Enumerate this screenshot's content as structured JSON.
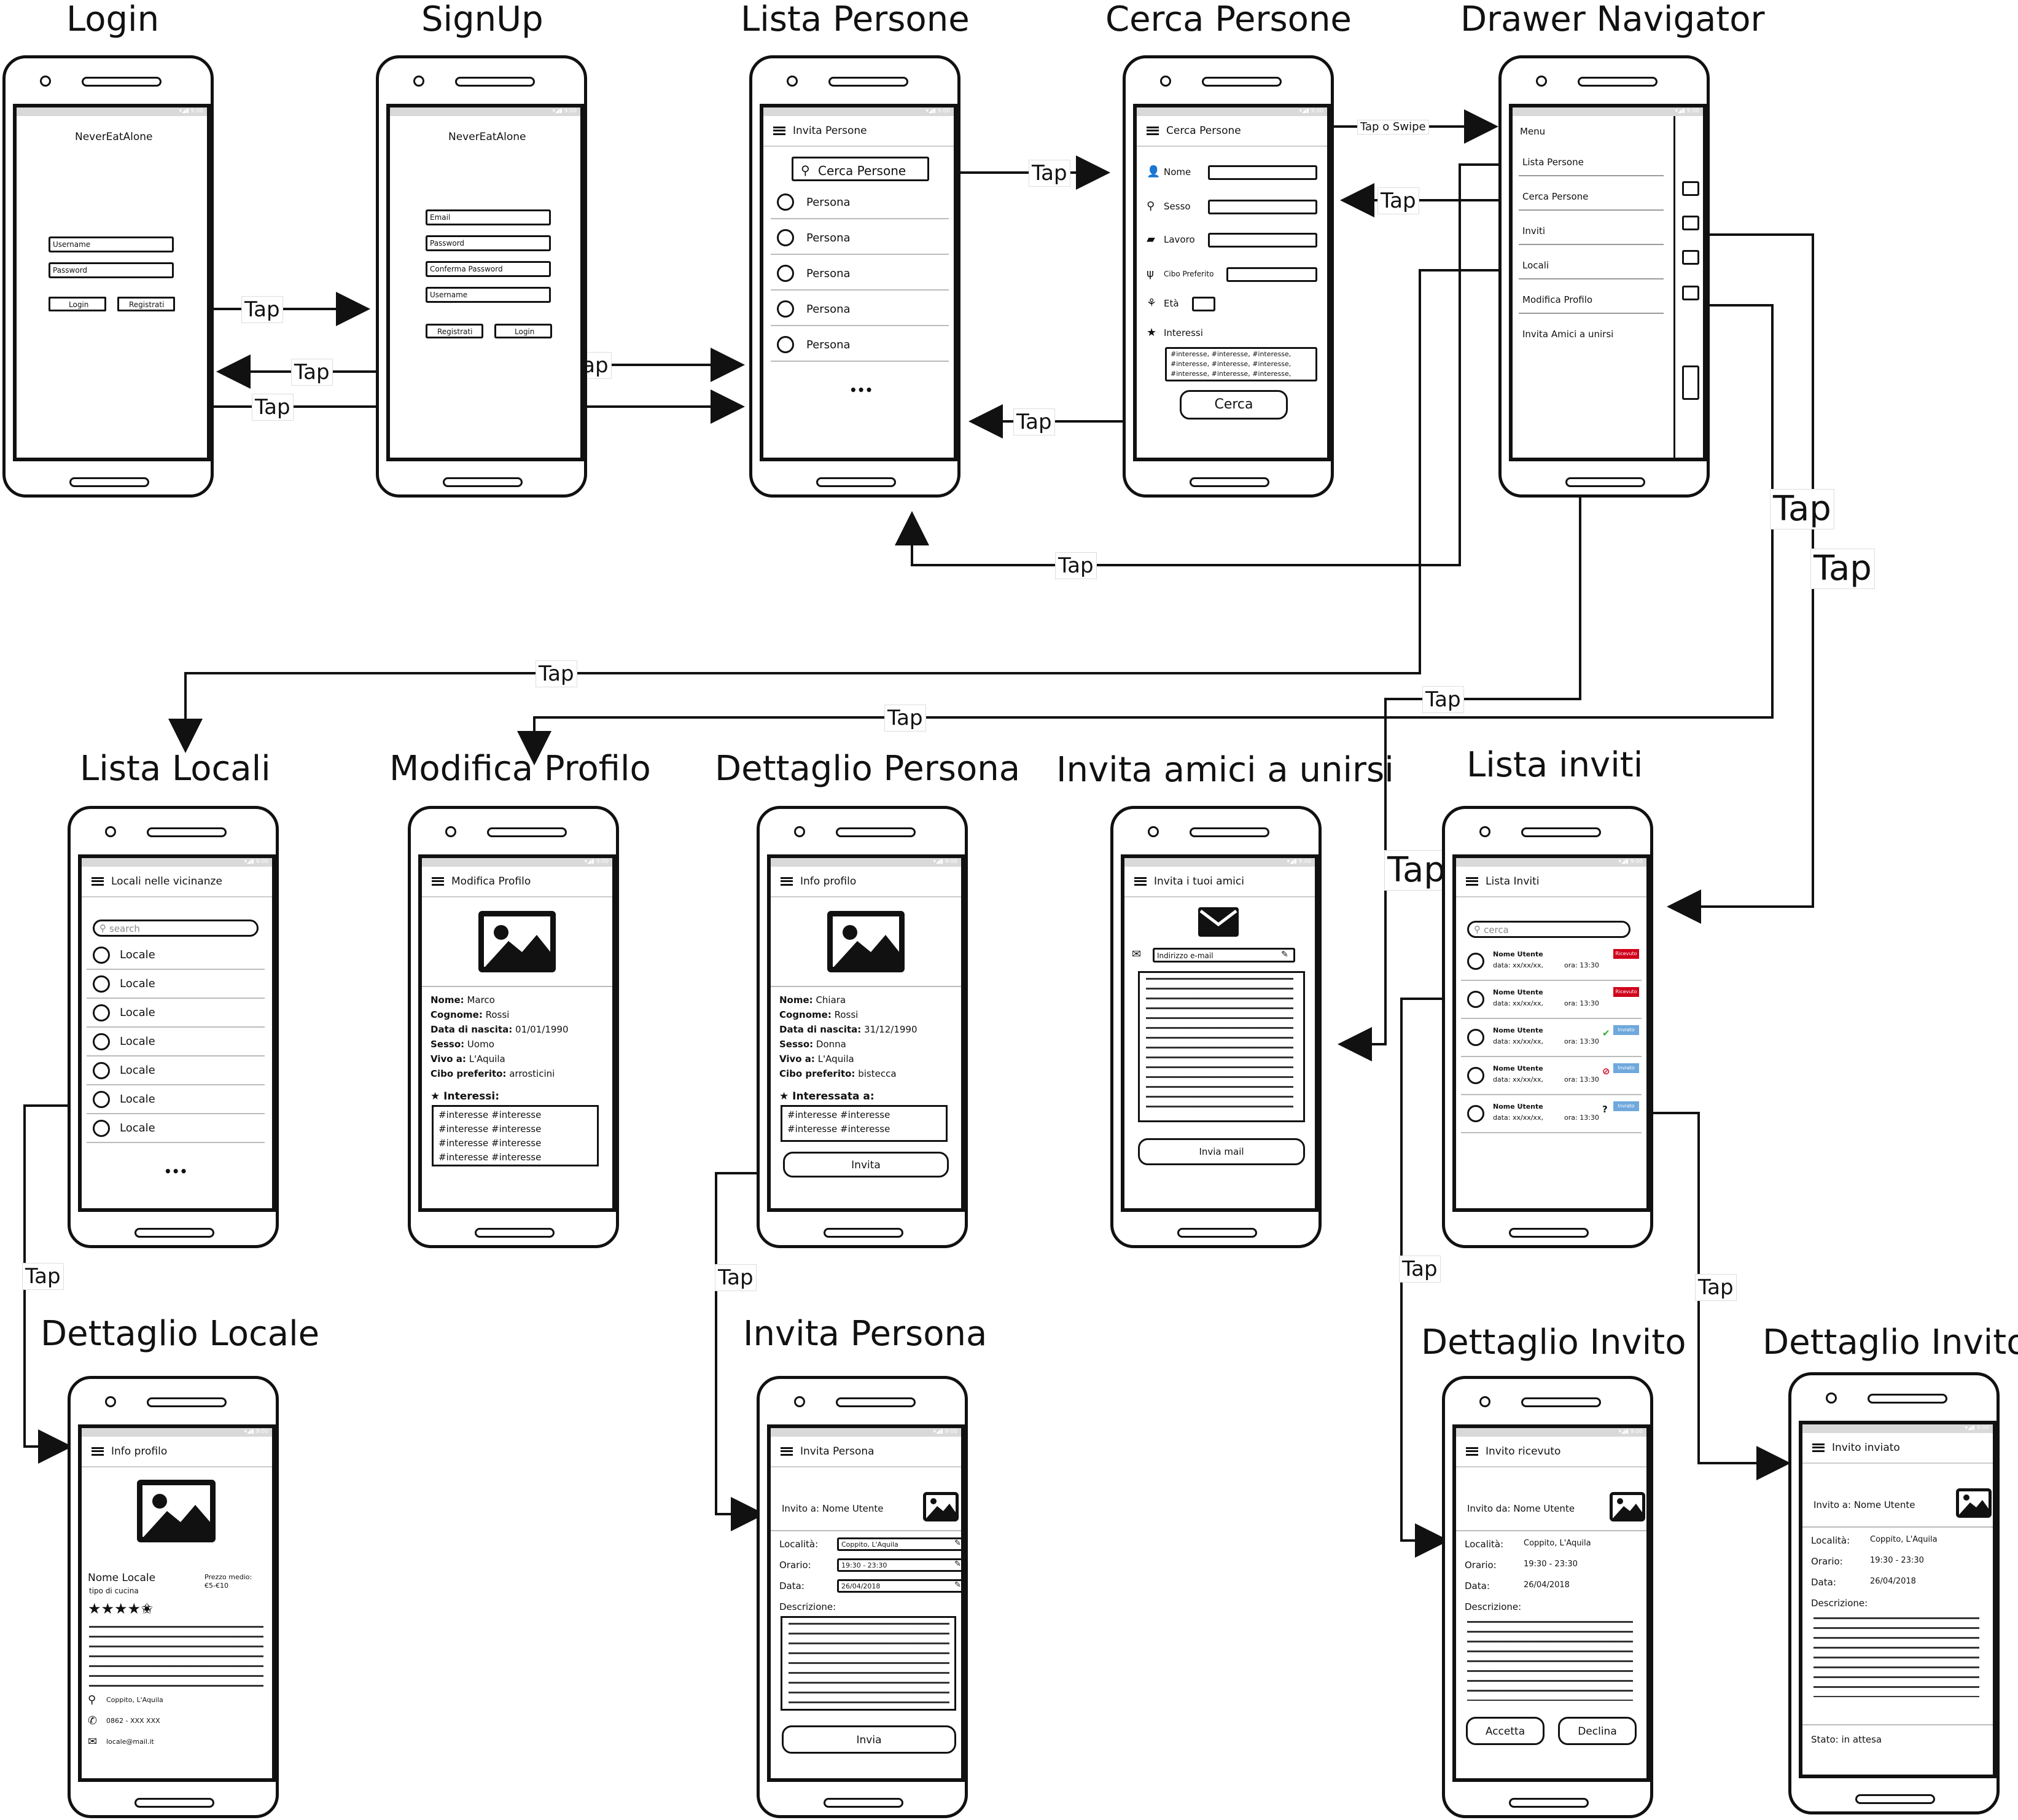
{
  "titles": {
    "login": "Login",
    "signup": "SignUp",
    "lista_persone": "Lista Persone",
    "cerca_persone": "Cerca Persone",
    "drawer": "Drawer Navigator",
    "lista_locali": "Lista Locali",
    "modifica_profilo": "Modifica Profilo",
    "dettaglio_persona": "Dettaglio Persona",
    "invita_amici": "Invita amici a unirsi",
    "lista_inviti": "Lista inviti",
    "dettaglio_locale": "Dettaglio Locale",
    "invita_persona": "Invita Persona",
    "dettaglio_invito_1": "Dettaglio Invito",
    "dettaglio_invito_2": "Dettaglio Invito"
  },
  "edge_label": "Tap",
  "edge_label_swipe": "Tap o Swipe",
  "login": {
    "app": "NeverEatAlone",
    "username": "Username",
    "password": "Password",
    "login_btn": "Login",
    "register_btn": "Registrati"
  },
  "signup": {
    "app": "NeverEatAlone",
    "email": "Email",
    "password": "Password",
    "confirm": "Conferma Password",
    "username": "Username",
    "register_btn": "Registrati",
    "login_btn": "Login"
  },
  "lista_persone": {
    "header": "Invita Persone",
    "search_btn": "Cerca Persone",
    "items": [
      "Persona",
      "Persona",
      "Persona",
      "Persona",
      "Persona"
    ],
    "more": "•••"
  },
  "cerca_persone": {
    "header": "Cerca Persone",
    "fields": [
      "Nome",
      "Sesso",
      "Lavoro",
      "Cibo Preferito",
      "Età",
      "Interessi"
    ],
    "interests": "#interesse, #interesse, #interesse,",
    "search_btn": "Cerca"
  },
  "drawer": {
    "menu": "Menu",
    "items": [
      "Lista Persone",
      "Cerca Persone",
      "Inviti",
      "Locali",
      "Modifica Profilo",
      "Invita Amici a unirsi"
    ]
  },
  "lista_locali": {
    "header": "Locali nelle vicinanze",
    "search": "search",
    "items": [
      "Locale",
      "Locale",
      "Locale",
      "Locale",
      "Locale",
      "Locale",
      "Locale"
    ],
    "more": "•••"
  },
  "modifica_profilo": {
    "header": "Modifica Profilo",
    "lines": [
      {
        "k": "Nome:",
        "v": "Marco"
      },
      {
        "k": "Cognome:",
        "v": "Rossi"
      },
      {
        "k": "Data di nascita:",
        "v": "01/01/1990"
      },
      {
        "k": "Sesso:",
        "v": "Uomo"
      },
      {
        "k": "Vivo a:",
        "v": "L'Aquila"
      },
      {
        "k": "Cibo preferito:",
        "v": "arrosticini"
      }
    ],
    "interests_label": "Interessi:",
    "interests": [
      "#interesse #interesse",
      "#interesse #interesse",
      "#interesse #interesse",
      "#interesse #interesse"
    ]
  },
  "dettaglio_persona": {
    "header": "Info profilo",
    "lines": [
      {
        "k": "Nome:",
        "v": "Chiara"
      },
      {
        "k": "Cognome:",
        "v": "Rossi"
      },
      {
        "k": "Data di nascita:",
        "v": "31/12/1990"
      },
      {
        "k": "Sesso:",
        "v": "Donna"
      },
      {
        "k": "Vivo a:",
        "v": "L'Aquila"
      },
      {
        "k": "Cibo preferito:",
        "v": "bistecca"
      }
    ],
    "interests_label": "Interessata a:",
    "interests": [
      "#interesse #interesse",
      "#interesse #interesse"
    ],
    "invite_btn": "Invita"
  },
  "invita_amici": {
    "header": "Invita i tuoi amici",
    "email_placeholder": "Indirizzo e-mail",
    "send_btn": "Invia mail"
  },
  "lista_inviti": {
    "header": "Lista Inviti",
    "search": "cerca",
    "items": [
      {
        "name": "Nome Utente",
        "date": "data: xx/xx/xx,",
        "time": "ora: 13:30",
        "badge": "Ricevuto",
        "color": "#d0021b",
        "mark": ""
      },
      {
        "name": "Nome Utente",
        "date": "data: xx/xx/xx,",
        "time": "ora: 13:30",
        "badge": "Ricevuto",
        "color": "#d0021b",
        "mark": ""
      },
      {
        "name": "Nome Utente",
        "date": "data: xx/xx/xx,",
        "time": "ora: 13:30",
        "badge": "Inviato",
        "color": "#6fa8dc",
        "mark": "✔"
      },
      {
        "name": "Nome Utente",
        "date": "data: xx/xx/xx,",
        "time": "ora: 13:30",
        "badge": "Inviato",
        "color": "#6fa8dc",
        "mark": "⊘"
      },
      {
        "name": "Nome Utente",
        "date": "data: xx/xx/xx,",
        "time": "ora: 13:30",
        "badge": "Inviato",
        "color": "#6fa8dc",
        "mark": "?"
      }
    ]
  },
  "dettaglio_locale": {
    "header": "Info profilo",
    "name": "Nome Locale",
    "cuisine": "tipo di cucina",
    "price_label": "Prezzo medio:",
    "price": "€5-€10",
    "stars": "★★★★✬",
    "address": "Coppito, L'Aquila",
    "phone": "0862 - XXX XXX",
    "email": "locale@mail.it"
  },
  "invita_persona": {
    "header": "Invita Persona",
    "to": "Invito a: Nome Utente",
    "loc_label": "Località:",
    "loc": "Coppito, L'Aquila",
    "time_label": "Orario:",
    "time": "19:30 - 23:30",
    "date_label": "Data:",
    "date": "26/04/2018",
    "desc_label": "Descrizione:",
    "send_btn": "Invia"
  },
  "dettaglio_invito_1": {
    "header": "Invito ricevuto",
    "from": "Invito da: Nome Utente",
    "loc_label": "Località:",
    "loc": "Coppito, L'Aquila",
    "time_label": "Orario:",
    "time": "19:30 - 23:30",
    "date_label": "Data:",
    "date": "26/04/2018",
    "desc_label": "Descrizione:",
    "accept_btn": "Accetta",
    "decline_btn": "Declina"
  },
  "dettaglio_invito_2": {
    "header": "Invito inviato",
    "to": "Invito a: Nome Utente",
    "loc_label": "Località:",
    "loc": "Coppito, L'Aquila",
    "time_label": "Orario:",
    "time": "19:30 - 23:30",
    "date_label": "Data:",
    "date": "26/04/2018",
    "desc_label": "Descrizione:",
    "status": "Stato: in attesa"
  }
}
